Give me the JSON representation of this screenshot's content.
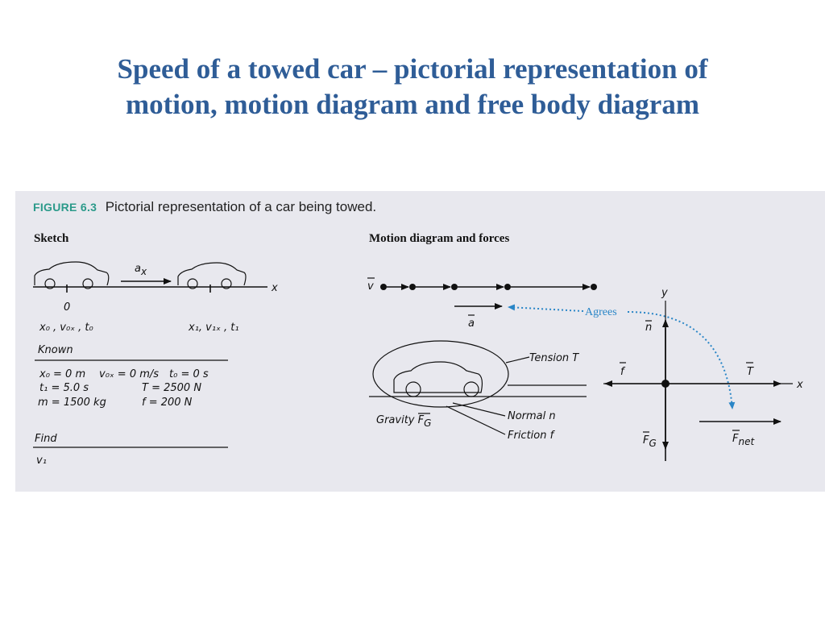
{
  "title": {
    "line1": "Speed of a towed car – pictorial representation of",
    "line2": "motion, motion diagram and free body diagram"
  },
  "figure": {
    "number": "FIGURE 6.3",
    "caption": "Pictorial representation of a car being towed.",
    "accent_color": "#2b9a8a"
  },
  "sketch": {
    "heading": "Sketch",
    "accel_label": "a",
    "accel_sub": "x",
    "axis_label": "x",
    "origin_label": "0",
    "start_vars": "x₀ , v₀ₓ , t₀",
    "end_vars": "x₁, v₁ₓ , t₁",
    "known_heading": "Known",
    "known": {
      "x0": "x₀ = 0 m",
      "v0x": "v₀ₓ = 0 m/s",
      "t0": "t₀ = 0 s",
      "t1": "t₁ = 5.0 s",
      "T": "T = 2500 N",
      "m": "m = 1500 kg",
      "f": "f = 200 N"
    },
    "find_heading": "Find",
    "find_value": "v₁"
  },
  "motion": {
    "heading": "Motion diagram and forces",
    "velocity_label": "v",
    "accel_label": "a",
    "agrees_label": "Agrees",
    "agrees_color": "#2a86c7",
    "tension_label": "Tension T",
    "gravity_label": "Gravity F",
    "gravity_sub": "G",
    "normal_label": "Normal n",
    "friction_label": "Friction f"
  },
  "fbd": {
    "y_label": "y",
    "x_label": "x",
    "n_label": "n",
    "f_label": "f",
    "T_label": "T",
    "FG_label": "F",
    "FG_sub": "G",
    "Fnet_label": "F",
    "Fnet_sub": "net"
  }
}
